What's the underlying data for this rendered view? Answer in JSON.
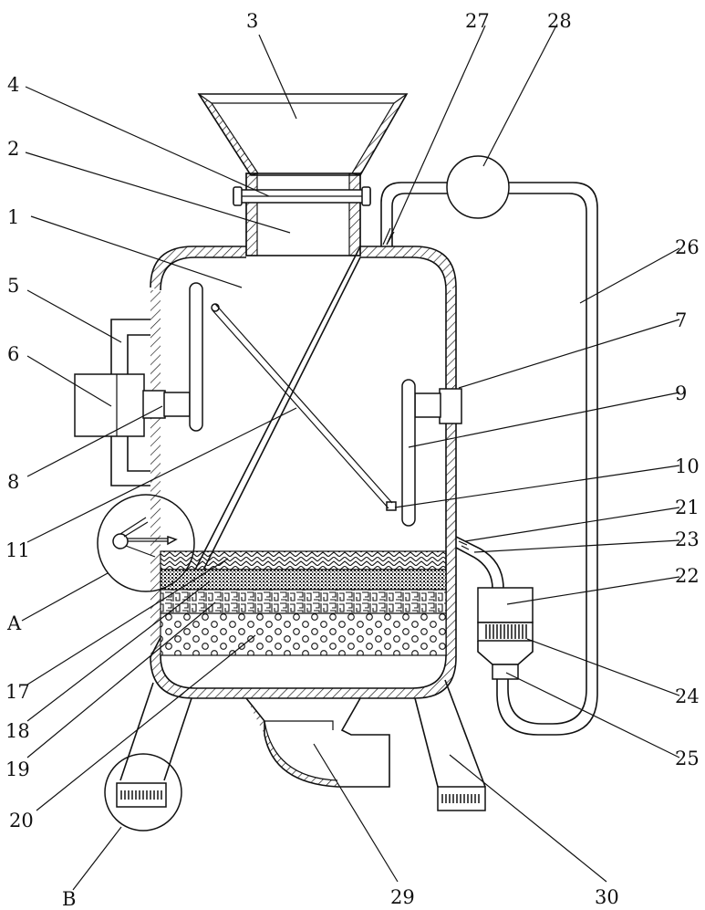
{
  "labels": {
    "l1": "1",
    "l2": "2",
    "l3": "3",
    "l4": "4",
    "l5": "5",
    "l6": "6",
    "l7": "7",
    "l8": "8",
    "l9": "9",
    "l10": "10",
    "l11": "11",
    "l17": "17",
    "l18": "18",
    "l19": "19",
    "l20": "20",
    "l21": "21",
    "l22": "22",
    "l23": "23",
    "l24": "24",
    "l25": "25",
    "l26": "26",
    "l27": "27",
    "l28": "28",
    "l29": "29",
    "l30": "30",
    "lA": "A",
    "lB": "B"
  }
}
